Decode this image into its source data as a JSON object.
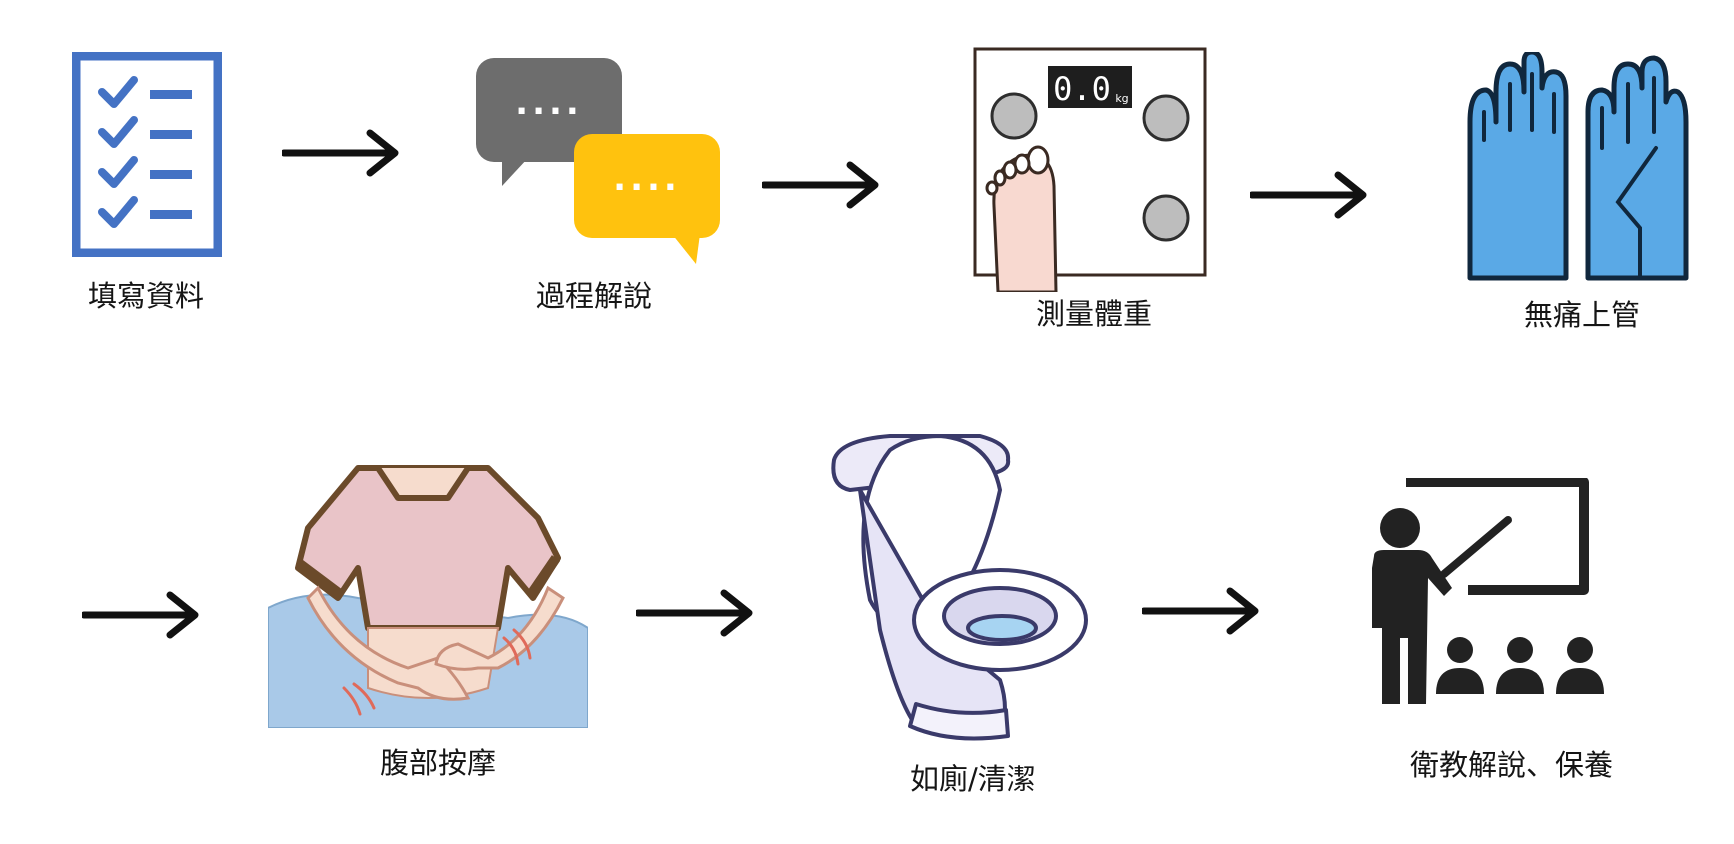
{
  "steps": [
    {
      "label": "填寫資料"
    },
    {
      "label": "過程解說"
    },
    {
      "label": "測量體重"
    },
    {
      "label": "無痛上管"
    },
    {
      "label": "腹部按摩"
    },
    {
      "label": "如廁/清潔"
    },
    {
      "label": "衛教解說、保養"
    }
  ],
  "scale_display": {
    "value": "0.0",
    "unit": "kg"
  },
  "chat_bubbles": {
    "grey": "....",
    "yellow": "...."
  },
  "colors": {
    "checklist_blue": "#4472c4",
    "bubble_grey": "#6d6d6d",
    "bubble_yellow": "#ffc20e",
    "glove_blue": "#5aa9e6",
    "arrow": "#111111",
    "shirt_pink": "#e9c4c8",
    "blanket_blue": "#a9c9e8",
    "teacher_dark": "#222222"
  }
}
